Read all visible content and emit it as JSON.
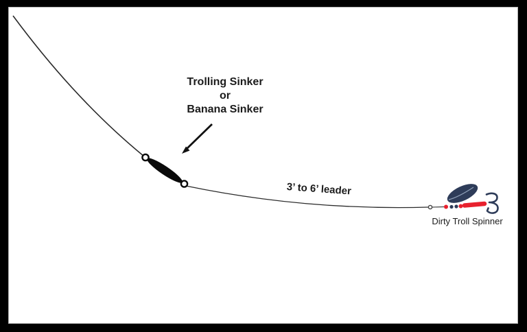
{
  "page": {
    "background_color": "#000000"
  },
  "canvas": {
    "background_color": "#ffffff",
    "border_color": "#b5b5b5"
  },
  "diagram": {
    "type": "fishing-rig-illustration",
    "sinker_label": {
      "line1": "Trolling Sinker",
      "line2": "or",
      "line3": "Banana Sinker"
    },
    "leader_label": "3’ to 6’ leader",
    "spinner_label": "Dirty Troll Spinner",
    "components": [
      "main-fishing-line",
      "pointer-arrow",
      "sinker-top-ring",
      "trolling-sinker-body",
      "sinker-bottom-ring",
      "leader-line",
      "swivel",
      "spinner-blade",
      "spinner-beads",
      "spinner-body",
      "treble-hook"
    ],
    "colors": {
      "line": "#2a2a2a",
      "sinker": "#0a0a0a",
      "arrow": "#111111",
      "blade_navy": "#2e3c59",
      "blade_vein": "#8fa0b8",
      "spinner_red": "#e8212e",
      "hook_navy": "#2e3c59",
      "text": "#1b1b1b"
    }
  }
}
